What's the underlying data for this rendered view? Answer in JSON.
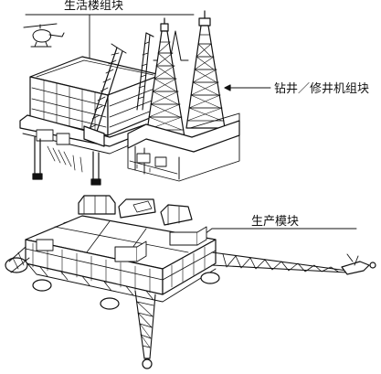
{
  "labels": {
    "living_module": "生活楼组块",
    "drilling_module": "钻井／修井机组块",
    "production_module": "生产模块"
  }
}
